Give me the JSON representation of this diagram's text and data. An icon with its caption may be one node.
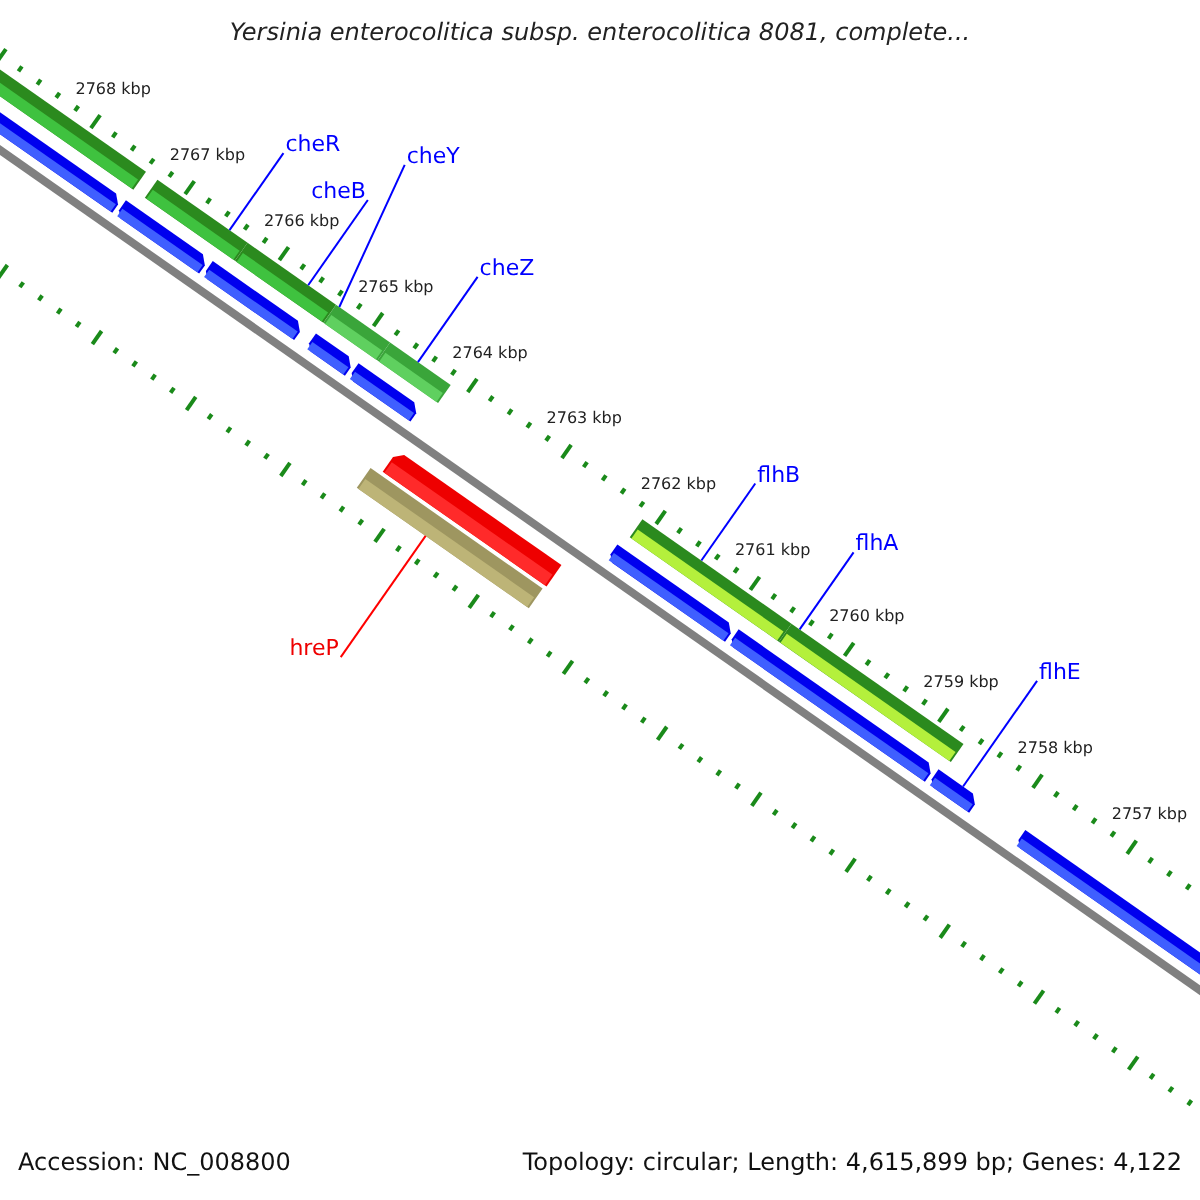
{
  "diagram": {
    "title": "Yersinia enterocolitica subsp. enterocolitica 8081, complete...",
    "nodes": [
      {
        "text": [
          "cheR"
        ]
      },
      {
        "text": [
          "cheB"
        ]
      },
      {
        "text": [
          "cheY"
        ]
      },
      {
        "text": [
          "cheZ"
        ]
      },
      {
        "text": [
          "flhB"
        ]
      },
      {
        "text": [
          "flhA"
        ]
      },
      {
        "text": [
          "flhE"
        ]
      },
      {
        "text": [
          "hreP"
        ]
      },
      {
        "text": [],
        "shape": "bar"
      },
      {
        "text": [],
        "shape": "bar"
      },
      {
        "text": [],
        "shape": "bar"
      },
      {
        "text": [],
        "shape": "bar"
      },
      {
        "text": [],
        "shape": "bar"
      },
      {
        "text": [],
        "shape": "bar"
      },
      {
        "text": [],
        "shape": "bar"
      },
      {
        "text": [],
        "shape": "bar"
      }
    ],
    "edges": [
      {
        "from": 0,
        "to": 8,
        "arrow": "none"
      },
      {
        "from": 1,
        "to": 9,
        "arrow": "none"
      },
      {
        "from": 2,
        "to": 10,
        "arrow": "none"
      },
      {
        "from": 3,
        "to": 11,
        "arrow": "none"
      },
      {
        "from": 4,
        "to": 12,
        "arrow": "none"
      },
      {
        "from": 5,
        "to": 13,
        "arrow": "none"
      },
      {
        "from": 6,
        "to": 14,
        "arrow": "none"
      },
      {
        "from": 7,
        "to": 15,
        "arrow": "none",
        "color": "#ff0000"
      }
    ],
    "labels": [
      "2768 kbp",
      "2767 kbp",
      "2766 kbp",
      "2765 kbp",
      "2764 kbp",
      "2763 kbp",
      "2762 kbp",
      "2761 kbp",
      "2760 kbp",
      "2759 kbp",
      "2758 kbp",
      "2757 kbp",
      "Accession: NC_008800",
      "Topology: circular; Length: 4,615,899 bp; Genes: 4,122"
    ]
  }
}
